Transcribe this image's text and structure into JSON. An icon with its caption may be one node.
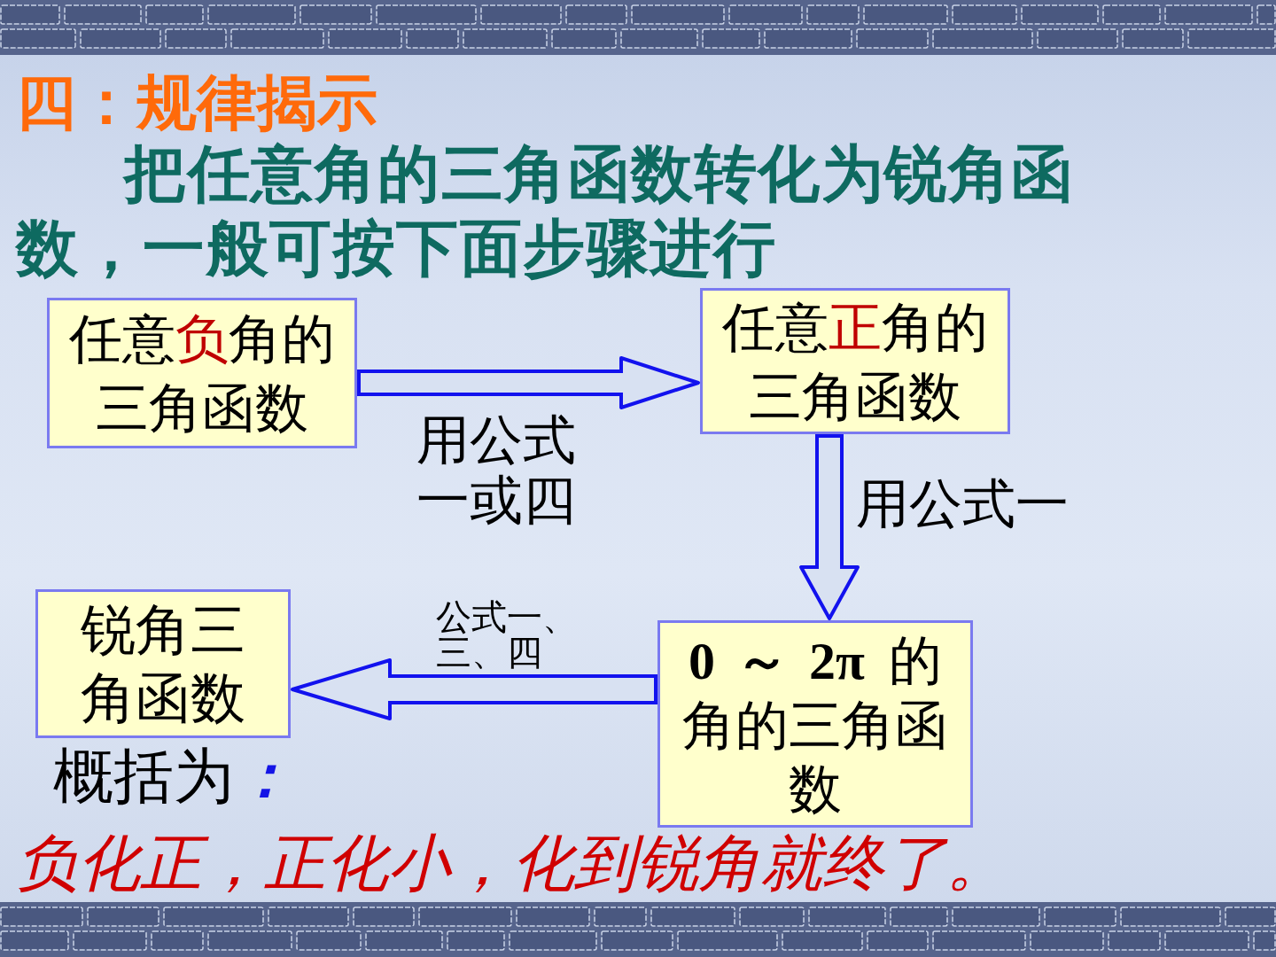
{
  "diagram": {
    "title": "四：规律揭示",
    "nodes": [
      {
        "text": [
          "任意**负**角的三角函数"
        ]
      },
      {
        "text": [
          "任意**正**角的三角函数"
        ]
      },
      {
        "text": [
          "**0 ～ 2π** 的角的三角函数"
        ]
      },
      {
        "text": [
          "锐角三角函数"
        ]
      }
    ],
    "edges": [
      {
        "from": 0,
        "to": 1,
        "arrow": "to",
        "label": "用公式一或四"
      },
      {
        "from": 1,
        "to": 2,
        "arrow": "to",
        "label": "用公式一"
      },
      {
        "from": 2,
        "to": 3,
        "arrow": "to",
        "label": "公式一、三、四"
      }
    ],
    "labels": [
      "把任意角的三角函数转化为锐角函数，一般可按下面步骤进行",
      "概括为**：**",
      "负化正，正化小，化到锐角就终了。"
    ]
  }
}
